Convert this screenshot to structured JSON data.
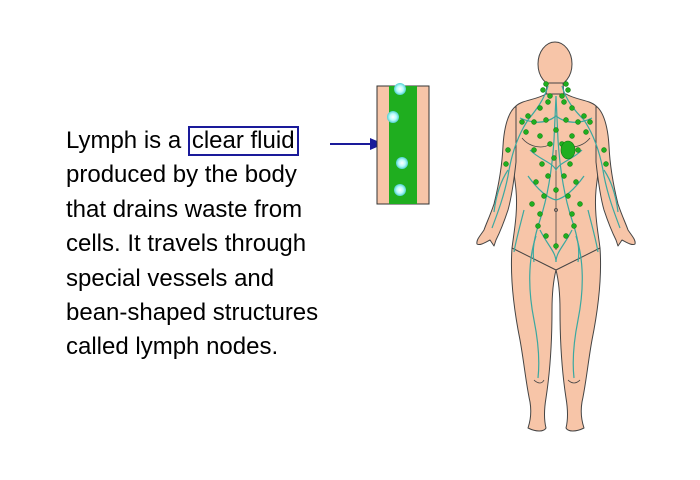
{
  "paragraph": {
    "line1_prefix": "Lymph is a ",
    "highlight": "clear fluid",
    "line2": "produced by the body",
    "line3": "that drains waste from",
    "line4": "cells. It travels through",
    "line5": "special vessels and",
    "line6": "bean-shaped structures",
    "line7": "called lymph nodes."
  },
  "colors": {
    "skin": "#f7c5a8",
    "skin_outline": "#333333",
    "lymph_green": "#1fae1f",
    "vessel_teal": "#3aa8a0",
    "arrow_blue": "#1a1a9a",
    "cell_cyan": "#8ef2f2"
  }
}
